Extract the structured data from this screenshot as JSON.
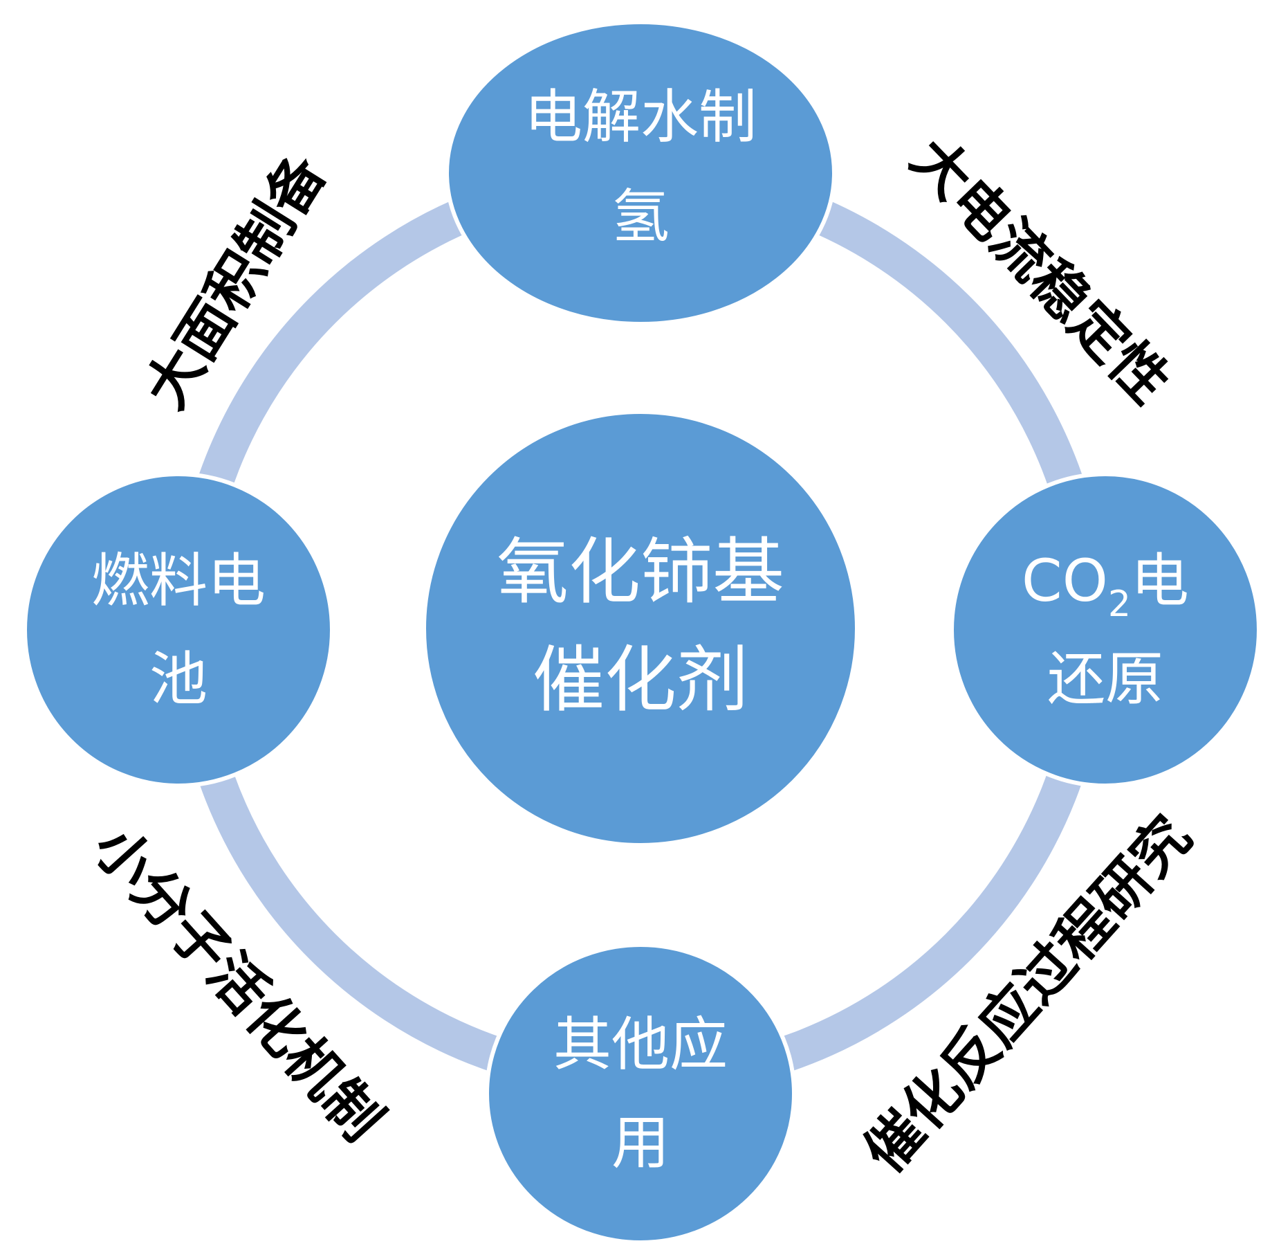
{
  "colors": {
    "node_fill": "#5b9bd5",
    "node_stroke": "#ffffff",
    "ring": "#b4c7e7",
    "node_text": "#ffffff",
    "edge_text": "#000000"
  },
  "center": {
    "line1": "氧化铈基",
    "line2": "催化剂"
  },
  "nodes": {
    "top": {
      "line1": "电解水制",
      "line2": "氢"
    },
    "right": {
      "line1_main": "CO",
      "line1_sub": "2",
      "line1_tail": "电",
      "line2": "还原"
    },
    "bottom": {
      "line1": "其他应",
      "line2": "用"
    },
    "left": {
      "line1": "燃料电",
      "line2": "池"
    }
  },
  "edge_labels": {
    "top_left": "大面积制备",
    "top_right": "大电流稳定性",
    "bottom_left": "小分子活化机制",
    "bottom_right": "催化反应过程研究"
  }
}
